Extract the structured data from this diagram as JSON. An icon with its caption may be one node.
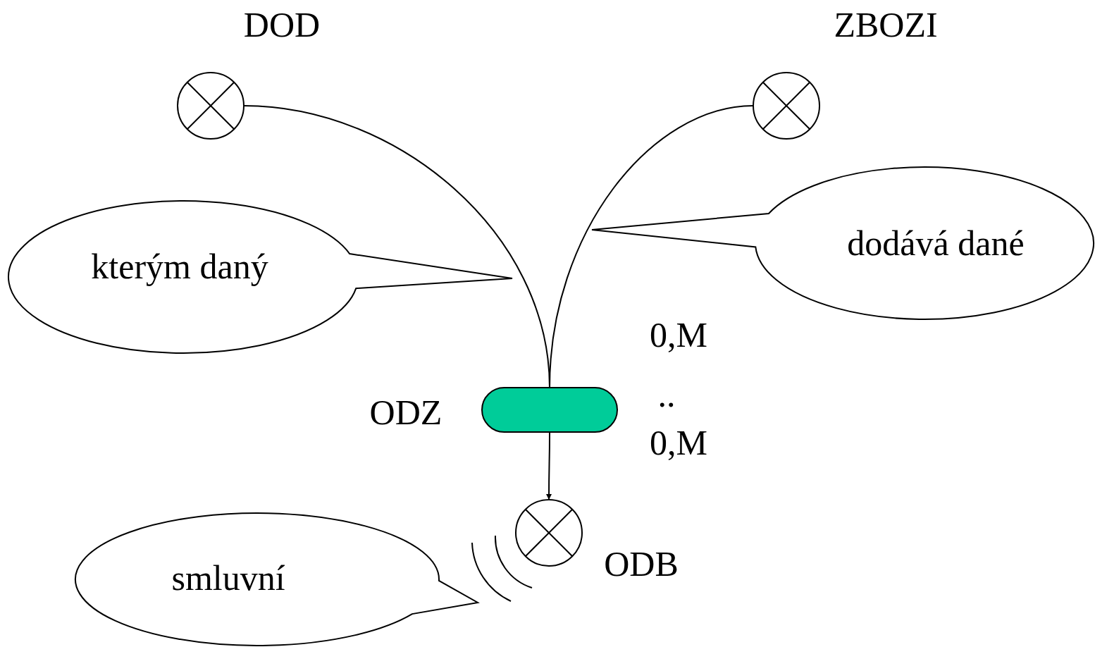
{
  "diagram": {
    "nodes": [
      {
        "text": [
          "DOD"
        ]
      },
      {
        "text": [
          "ZBOZI"
        ]
      },
      {
        "text": [
          "ODZ"
        ]
      },
      {
        "text": [
          "ODB"
        ]
      },
      {
        "text": [
          "kterým daný"
        ]
      },
      {
        "text": [
          "dodává dané"
        ]
      },
      {
        "text": [
          "smluvní"
        ]
      }
    ],
    "edges": [
      {
        "from": 0,
        "to": 2,
        "arrow": "none"
      },
      {
        "from": 1,
        "to": 2,
        "arrow": "none"
      },
      {
        "from": 2,
        "to": 3,
        "arrow": "to"
      }
    ],
    "labels": [
      "0,M",
      "..",
      "0,M"
    ]
  }
}
